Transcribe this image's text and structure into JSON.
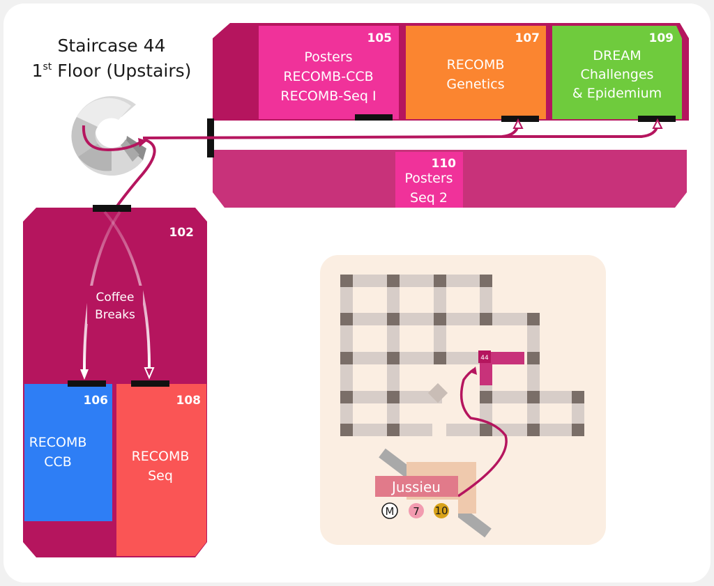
{
  "title": {
    "line1": "Staircase 44",
    "line2_prefix": "1",
    "line2_sup": "st",
    "line2_suffix": " Floor (Upstairs)"
  },
  "rooms": {
    "r105": {
      "number": "105",
      "lines": [
        "Posters",
        "RECOMB-CCB",
        "RECOMB-Seq I"
      ],
      "color": "#f0329a"
    },
    "r107": {
      "number": "107",
      "lines": [
        "RECOMB",
        "Genetics"
      ],
      "color": "#fb8530"
    },
    "r109": {
      "number": "109",
      "lines": [
        "DREAM",
        "Challenges",
        "& Epidemium"
      ],
      "color": "#6fcb3d"
    },
    "r110": {
      "number": "110",
      "lines": [
        "Posters",
        "Seq 2"
      ],
      "color": "#f0329a"
    },
    "r102": {
      "number": "102",
      "color": "#b5155e"
    },
    "r106": {
      "number": "106",
      "lines": [
        "RECOMB",
        "CCB"
      ],
      "color": "#2e7ef5"
    },
    "r108": {
      "number": "108",
      "lines": [
        "RECOMB",
        "Seq"
      ],
      "color": "#fa5555"
    }
  },
  "coffee_breaks": {
    "lines": [
      "Coffee",
      "Breaks"
    ]
  },
  "inset_map": {
    "staircase_marker": "44",
    "station": "Jussieu",
    "metro_symbol": "M",
    "metro_lines": [
      "7",
      "10"
    ]
  },
  "colors": {
    "corridor": "#b5155e",
    "corridor_light": "#c8327a",
    "route": "#b5155e",
    "door": "#111111",
    "inset_bg": "#fbeee2",
    "block": "#d7cdc8",
    "block_corner": "#7a6e68",
    "line7": "#f29bb0",
    "line10": "#d8a21a"
  }
}
